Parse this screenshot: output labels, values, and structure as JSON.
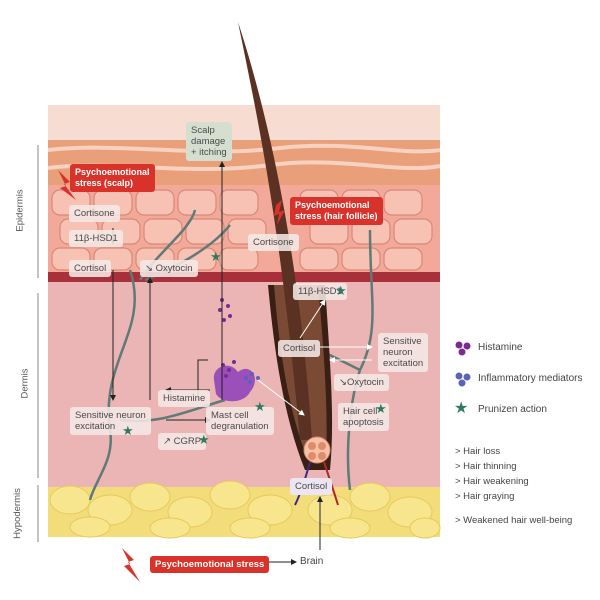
{
  "layers": {
    "epidermis": "Epidermis",
    "dermis": "Dermis",
    "hypodermis": "Hypodermis"
  },
  "labels": {
    "scalp_damage": [
      "Scalp",
      "damage",
      "+ itching"
    ],
    "stress_scalp": [
      "Psychoemotional",
      "stress (scalp)"
    ],
    "stress_follicle": [
      "Psychoemotional",
      "stress (hair follicle)"
    ],
    "cortisone_left": "Cortisone",
    "hsd1_left": "11β-HSD1",
    "cortisol_left": "Cortisol",
    "oxytocin_left": "↘ Oxytocin",
    "cortisone_center": "Cortisone",
    "hsd1_center": "11β-HSD1",
    "cortisol_center": "Cortisol",
    "sensitive_right": [
      "Sensitive",
      "neuron",
      "excitation"
    ],
    "oxytocin_right": "↘Oxytocin",
    "hair_apoptosis": [
      "Hair cell",
      "apoptosis"
    ],
    "histamine": "Histamine",
    "sensitive_left": [
      "Sensitive neuron",
      "excitation"
    ],
    "mast_cell": [
      "Mast cell",
      "degranulation"
    ],
    "cgrp": "↗ CGRP",
    "cortisol_bottom": "Cortisol",
    "stress_main": "Psychoemotional stress",
    "brain": "Brain"
  },
  "legend": [
    {
      "label": "Histamine",
      "icon": "histamine-dots-icon",
      "color": "#7b2b8f"
    },
    {
      "label": "Inflammatory mediators",
      "icon": "mediator-dots-icon",
      "color": "#5a63b8"
    },
    {
      "label": "Prunizen action",
      "icon": "star-icon",
      "color": "#2f7a5f"
    }
  ],
  "outcomes": [
    "> Hair loss",
    "> Hair thinning",
    "> Hair weakening",
    "> Hair graying"
  ],
  "outcome_final": "> Weakened hair well-being",
  "colors": {
    "stress_red": "#d9322a",
    "prunizen_green": "#2f7a5f",
    "histamine_purple": "#7b2b8f",
    "mediator_blue": "#5a63b8"
  }
}
